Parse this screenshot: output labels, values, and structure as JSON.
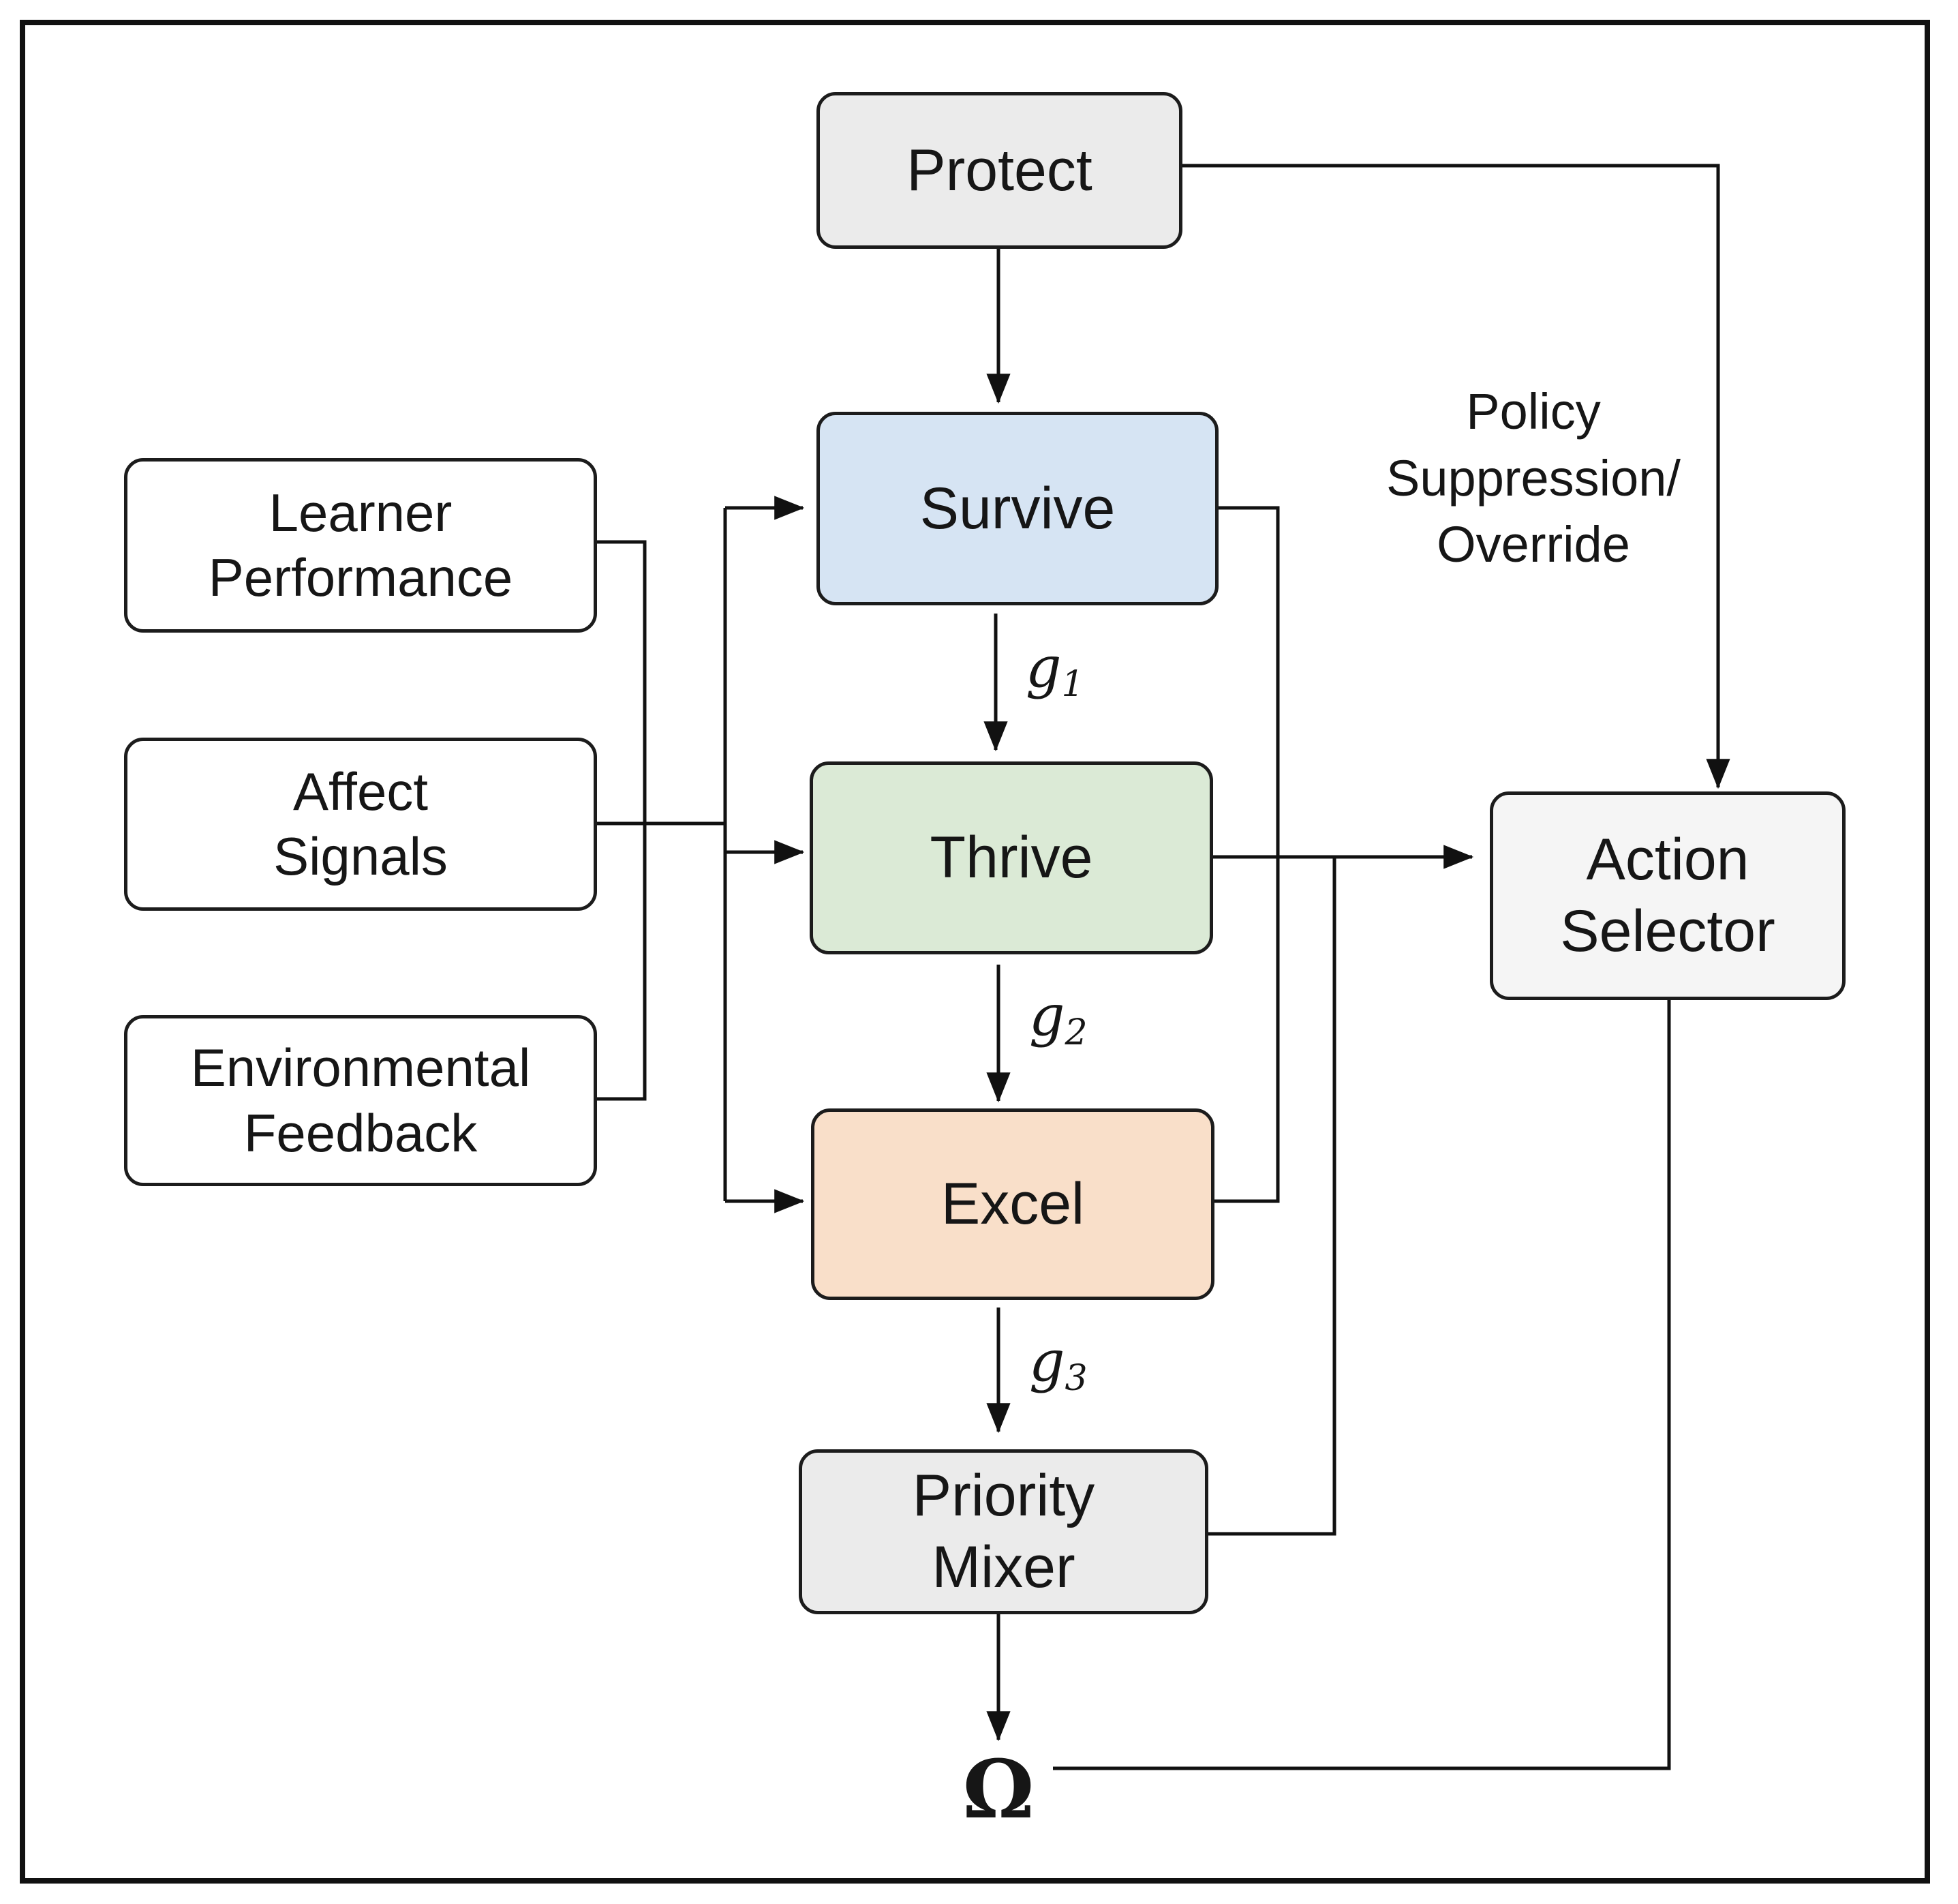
{
  "nodes": {
    "protect": {
      "label": "Protect",
      "fill": "#ebebeb"
    },
    "survive": {
      "label": "Survive",
      "fill": "#d6e4f3"
    },
    "thrive": {
      "label": "Thrive",
      "fill": "#dbead6"
    },
    "excel": {
      "label": "Excel",
      "fill": "#f9dfc9"
    },
    "priority_mixer": {
      "label": "Priority\nMixer",
      "fill": "#ebebeb"
    },
    "action_selector": {
      "label": "Action\nSelector",
      "fill": "#f5f5f5"
    },
    "learner_performance": {
      "label": "Learner\nPerformance"
    },
    "affect_signals": {
      "label": "Affect\nSignals"
    },
    "environmental_feedback": {
      "label": "Environmental\nFeedback"
    }
  },
  "gates": {
    "g1": {
      "symbol": "g",
      "index": "1"
    },
    "g2": {
      "symbol": "g",
      "index": "2"
    },
    "g3": {
      "symbol": "g",
      "index": "3"
    }
  },
  "labels": {
    "policy_override": "Policy\nSuppression/\nOverride",
    "omega": "Ω"
  }
}
